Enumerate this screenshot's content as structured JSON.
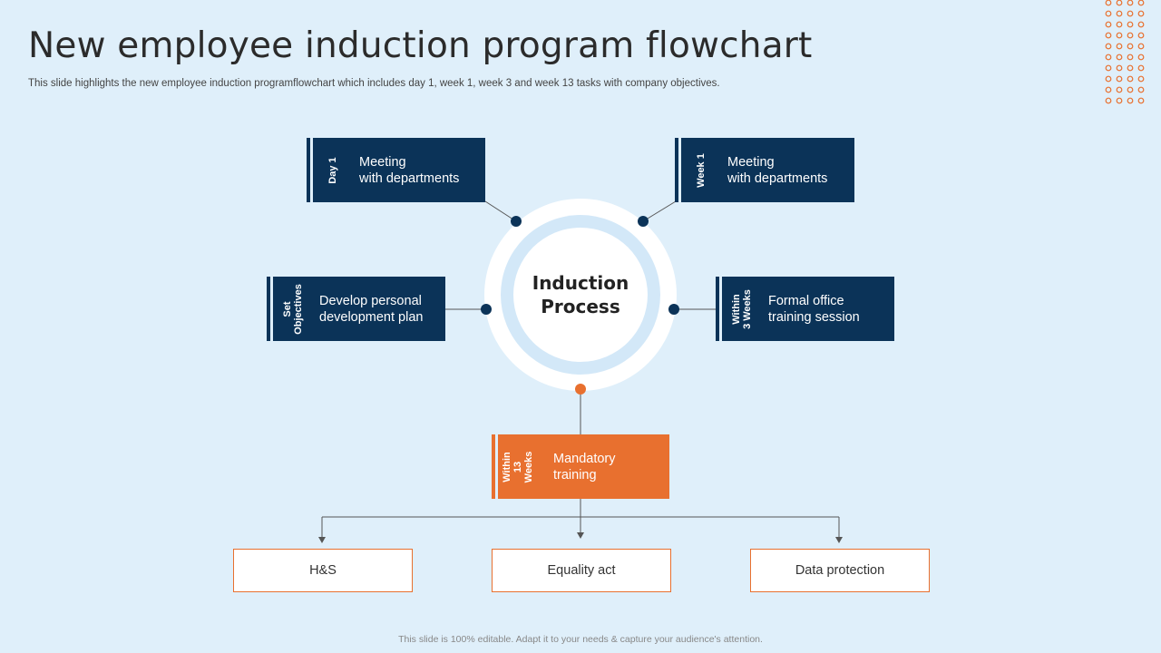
{
  "header": {
    "title": "New employee induction program flowchart",
    "subtitle": "This slide highlights the new employee induction programflowchart which includes day 1, week 1, week 3 and week 13 tasks with company objectives."
  },
  "center": {
    "label": "Induction\nProcess"
  },
  "steps": [
    {
      "tag": "Day 1",
      "text": "Meeting\nwith departments"
    },
    {
      "tag": "Week 1",
      "text": "Meeting\nwith departments"
    },
    {
      "tag": "Set\nObjectives",
      "text": "Develop personal\ndevelopment plan"
    },
    {
      "tag": "Within\n3 Weeks",
      "text": "Formal office\ntraining session"
    },
    {
      "tag": "Within 13\nWeeks",
      "text": "Mandatory\ntraining"
    }
  ],
  "outcomes": [
    "H&S",
    "Equality act",
    "Data protection"
  ],
  "footer": {
    "text": "This slide is 100% editable.  Adapt it to your needs & capture your audience's attention."
  },
  "colors": {
    "navy": "#0b3358",
    "orange": "#e8702f",
    "background": "#dfeffa"
  }
}
